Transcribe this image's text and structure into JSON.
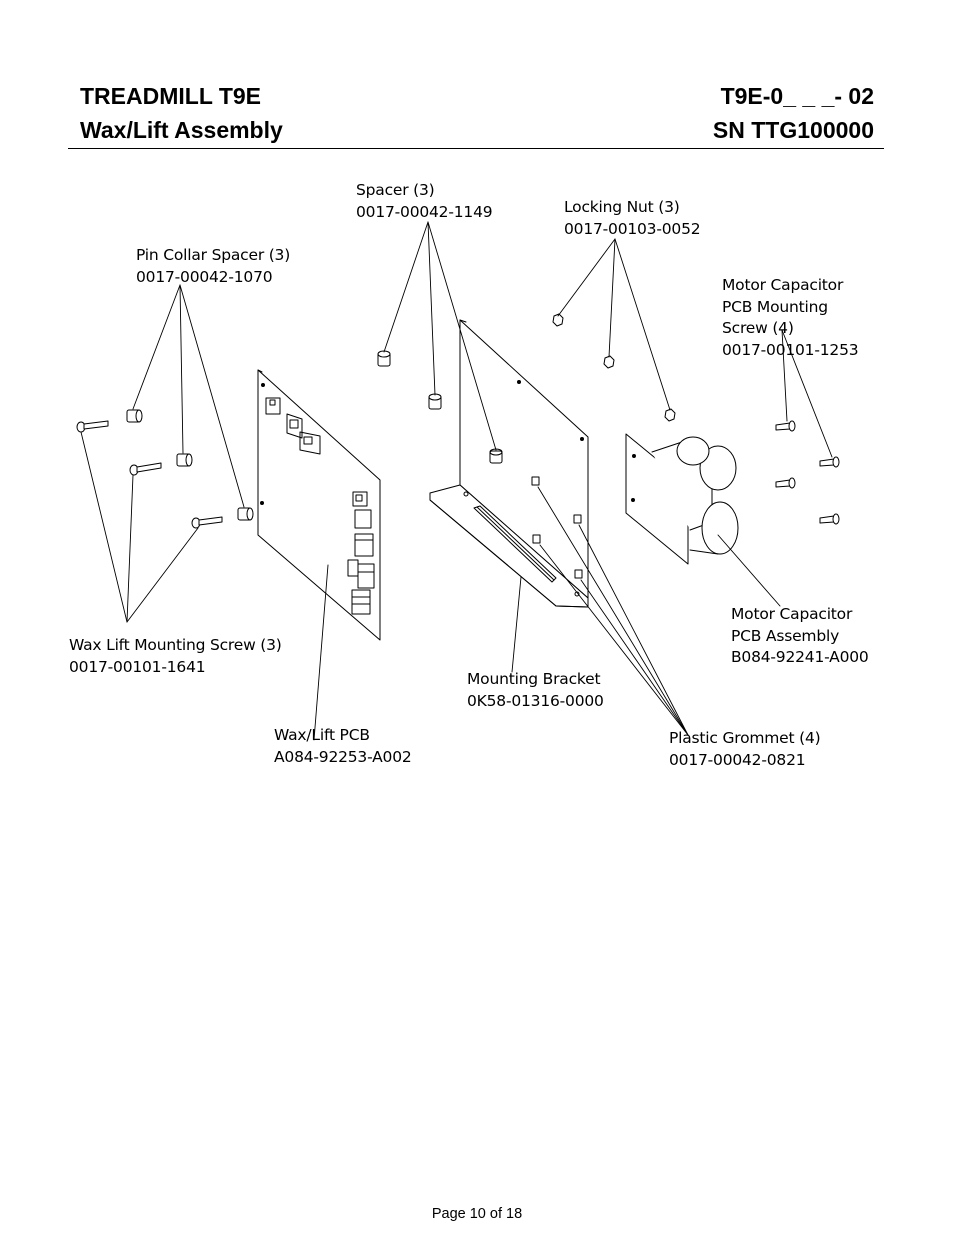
{
  "header": {
    "title_line1": "TREADMILL T9E",
    "title_line2": "Wax/Lift Assembly",
    "model_line1": "T9E-0_ _ _- 02",
    "model_line2": "SN TTG100000"
  },
  "callouts": {
    "spacer": {
      "name": "Spacer (3)",
      "part": "0017-00042-1149"
    },
    "locking_nut": {
      "name": "Locking Nut (3)",
      "part": "0017-00103-0052"
    },
    "pin_collar_spacer": {
      "name": "Pin Collar Spacer (3)",
      "part": "0017-00042-1070"
    },
    "motor_cap_screw": {
      "line1": "Motor Capacitor",
      "line2": "PCB Mounting",
      "line3": "Screw (4)",
      "part": "0017-00101-1253"
    },
    "motor_cap_pcb": {
      "line1": "Motor Capacitor",
      "line2": "PCB Assembly",
      "part": "B084-92241-A000"
    },
    "wax_lift_screw": {
      "name": "Wax Lift Mounting Screw (3)",
      "part": "0017-00101-1641"
    },
    "mounting_bracket": {
      "name": "Mounting Bracket",
      "part": "0K58-01316-0000"
    },
    "wax_lift_pcb": {
      "name": "Wax/Lift PCB",
      "part": "A084-92253-A002"
    },
    "plastic_grommet": {
      "name": "Plastic Grommet (4)",
      "part": "0017-00042-0821"
    }
  },
  "footer": {
    "page": "Page 10 of 18"
  }
}
